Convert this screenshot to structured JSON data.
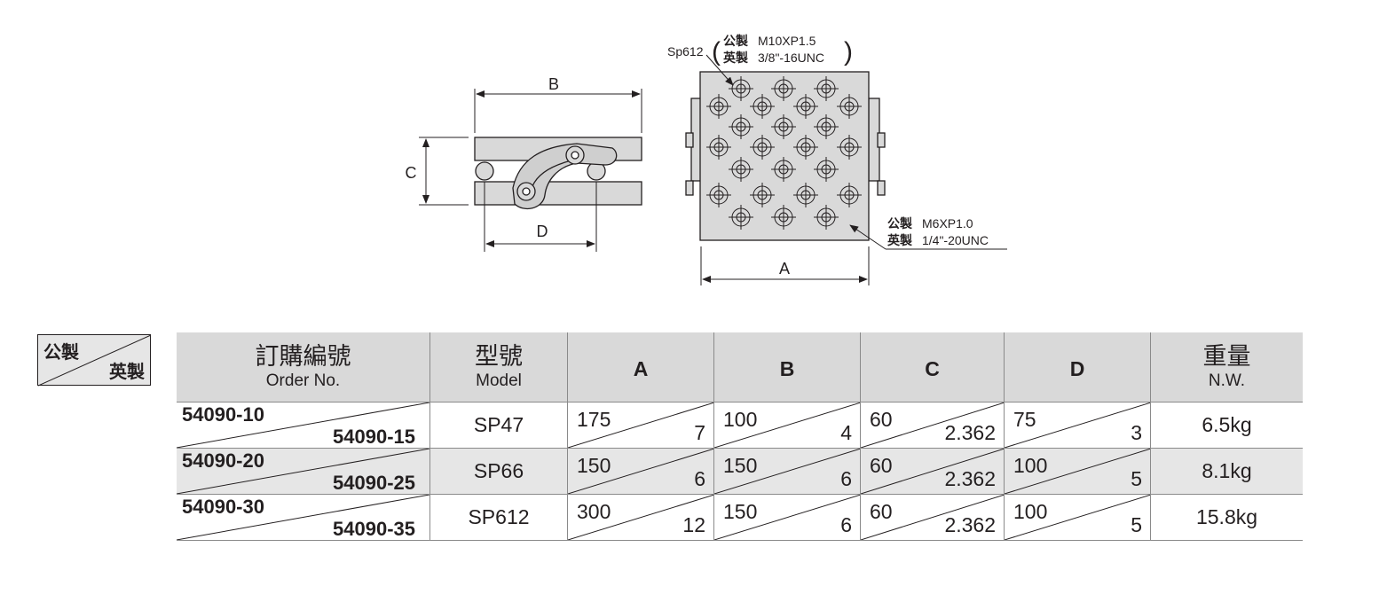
{
  "drawing": {
    "dim_a": "A",
    "dim_b": "B",
    "dim_c": "C",
    "dim_d": "D",
    "callout_top": {
      "ref": "Sp612",
      "metric_label": "公製",
      "metric_value": "M10XP1.5",
      "imperial_label": "英製",
      "imperial_value": "3/8\"-16UNC"
    },
    "callout_side": {
      "metric_label": "公製",
      "metric_value": "M6XP1.0",
      "imperial_label": "英製",
      "imperial_value": "1/4\"-20UNC"
    }
  },
  "legend": {
    "metric": "公製",
    "imperial": "英製"
  },
  "table": {
    "headers": {
      "order_zh": "訂購編號",
      "order_en": "Order No.",
      "model_zh": "型號",
      "model_en": "Model",
      "a": "A",
      "b": "B",
      "c": "C",
      "d": "D",
      "weight_zh": "重量",
      "weight_en": "N.W."
    },
    "rows": [
      {
        "order_metric": "54090-10",
        "order_imperial": "54090-15",
        "model": "SP47",
        "a_metric": "175",
        "a_imperial": "7",
        "b_metric": "100",
        "b_imperial": "4",
        "c_metric": "60",
        "c_imperial": "2.362",
        "d_metric": "75",
        "d_imperial": "3",
        "weight": "6.5kg"
      },
      {
        "order_metric": "54090-20",
        "order_imperial": "54090-25",
        "model": "SP66",
        "a_metric": "150",
        "a_imperial": "6",
        "b_metric": "150",
        "b_imperial": "6",
        "c_metric": "60",
        "c_imperial": "2.362",
        "d_metric": "100",
        "d_imperial": "5",
        "weight": "8.1kg"
      },
      {
        "order_metric": "54090-30",
        "order_imperial": "54090-35",
        "model": "SP612",
        "a_metric": "300",
        "a_imperial": "12",
        "b_metric": "150",
        "b_imperial": "6",
        "c_metric": "60",
        "c_imperial": "2.362",
        "d_metric": "100",
        "d_imperial": "5",
        "weight": "15.8kg"
      }
    ]
  }
}
